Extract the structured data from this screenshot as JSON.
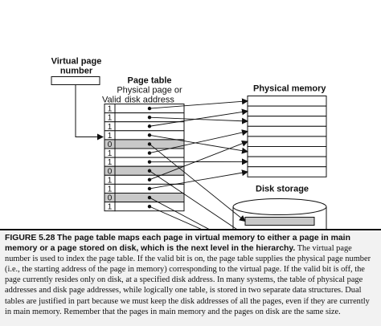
{
  "diagram": {
    "virtual_page_label": [
      "Virtual page",
      "number"
    ],
    "page_table_title": "Page table",
    "physical_page_label": [
      "Physical page or",
      "disk address"
    ],
    "valid_label": "Valid",
    "physical_memory_label": "Physical memory",
    "disk_storage_label": "Disk storage",
    "valid_bits": [
      "1",
      "1",
      "1",
      "1",
      "0",
      "1",
      "1",
      "0",
      "1",
      "1",
      "0",
      "1"
    ],
    "physical_memory_pages": 8,
    "disk_pages": 3,
    "colors": {
      "invalid_row": "#c8c8c8",
      "disk_page": "#c8c8c8",
      "ink": "#111111"
    }
  },
  "caption": {
    "figure_label": "FIGURE 5.28",
    "title": "The page table maps each page in virtual memory to either a page in main memory or a page stored on disk, which is the next level in the hierarchy.",
    "body": "The virtual page number is used to index the page table. If the valid bit is on, the page table supplies the physical page number (i.e., the starting address of the page in memory) corresponding to the virtual page. If the valid bit is off, the page currently resides only on disk, at a specified disk address. In many systems, the table of physical page addresses and disk page addresses, while logically one table, is stored in two separate data structures. Dual tables are justified in part because we must keep the disk addresses of all the pages, even if they are currently in main memory. Remember that the pages in main memory and the pages on disk are the same size."
  }
}
